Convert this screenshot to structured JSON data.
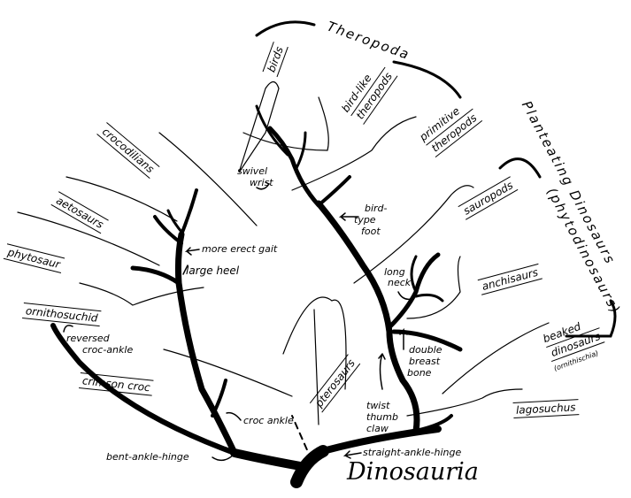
{
  "groups": {
    "theropoda": "Theropoda",
    "planteating": "Planteating Dinosaurs",
    "phytodinosaurs": "(phytodinosaurs)",
    "dinosauria": "Dinosauria"
  },
  "taxa": {
    "birds": "birds",
    "bird_like_theropods_1": "bird-like",
    "bird_like_theropods_2": "theropods",
    "primitive_theropods_1": "primitive",
    "primitive_theropods_2": "theropods",
    "sauropods": "sauropods",
    "anchisaurs": "anchisaurs",
    "beaked_dinosaurs_1": "beaked",
    "beaked_dinosaurs_2": "dinosaurs",
    "ornithischia": "(ornithischia)",
    "lagosuchus": "lagosuchus",
    "pterosaurs": "pterosaurs",
    "crocodilians": "crocodilians",
    "aetosaurs": "aetosaurs",
    "phytosaur": "phytosaur",
    "ornithosuchid": "ornithosuchid",
    "crimson_croc": "crimson croc"
  },
  "traits": {
    "swivel_wrist_1": "swivel",
    "swivel_wrist_2": "wrist",
    "bird_type_foot_1": "bird-",
    "bird_type_foot_2": "type",
    "bird_type_foot_3": "foot",
    "long_neck_1": "long",
    "long_neck_2": "neck",
    "double_breast_bone_1": "double",
    "double_breast_bone_2": "breast",
    "double_breast_bone_3": "bone",
    "twist_thumb_claw_1": "twist",
    "twist_thumb_claw_2": "thumb",
    "twist_thumb_claw_3": "claw",
    "straight_ankle_hinge": "straight-ankle-hinge",
    "more_erect_gait": "more erect gait",
    "large_heel": "large heel",
    "reversed_croc_ankle_1": "reversed",
    "reversed_croc_ankle_2": "croc-ankle",
    "croc_ankle": "croc ankle",
    "bent_ankle_hinge": "bent-ankle-hinge"
  }
}
